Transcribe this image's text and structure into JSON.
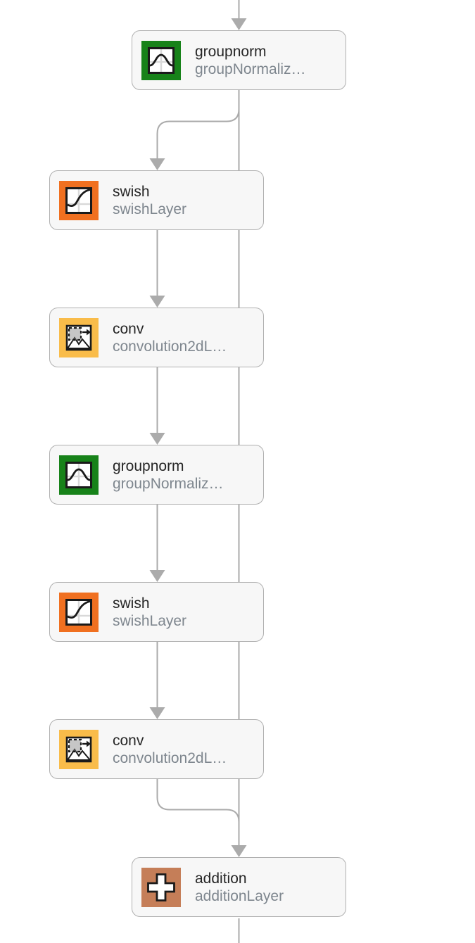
{
  "colors": {
    "edge": "#ABABAB",
    "node_fill": "#F7F7F7",
    "node_border": "#B0B0B0",
    "groupnorm_icon": "#178219",
    "swish_icon": "#F07020",
    "conv_icon": "#F9BC4A",
    "addition_icon": "#C57E58"
  },
  "nodes": [
    {
      "type": "groupnorm",
      "title": "groupnorm",
      "subtitle": "groupNormaliz…"
    },
    {
      "type": "swish",
      "title": "swish",
      "subtitle": "swishLayer"
    },
    {
      "type": "conv",
      "title": "conv",
      "subtitle": "convolution2dL…"
    },
    {
      "type": "groupnorm",
      "title": "groupnorm",
      "subtitle": "groupNormaliz…"
    },
    {
      "type": "swish",
      "title": "swish",
      "subtitle": "swishLayer"
    },
    {
      "type": "conv",
      "title": "conv",
      "subtitle": "convolution2dL…"
    },
    {
      "type": "addition",
      "title": "addition",
      "subtitle": "additionLayer"
    }
  ]
}
